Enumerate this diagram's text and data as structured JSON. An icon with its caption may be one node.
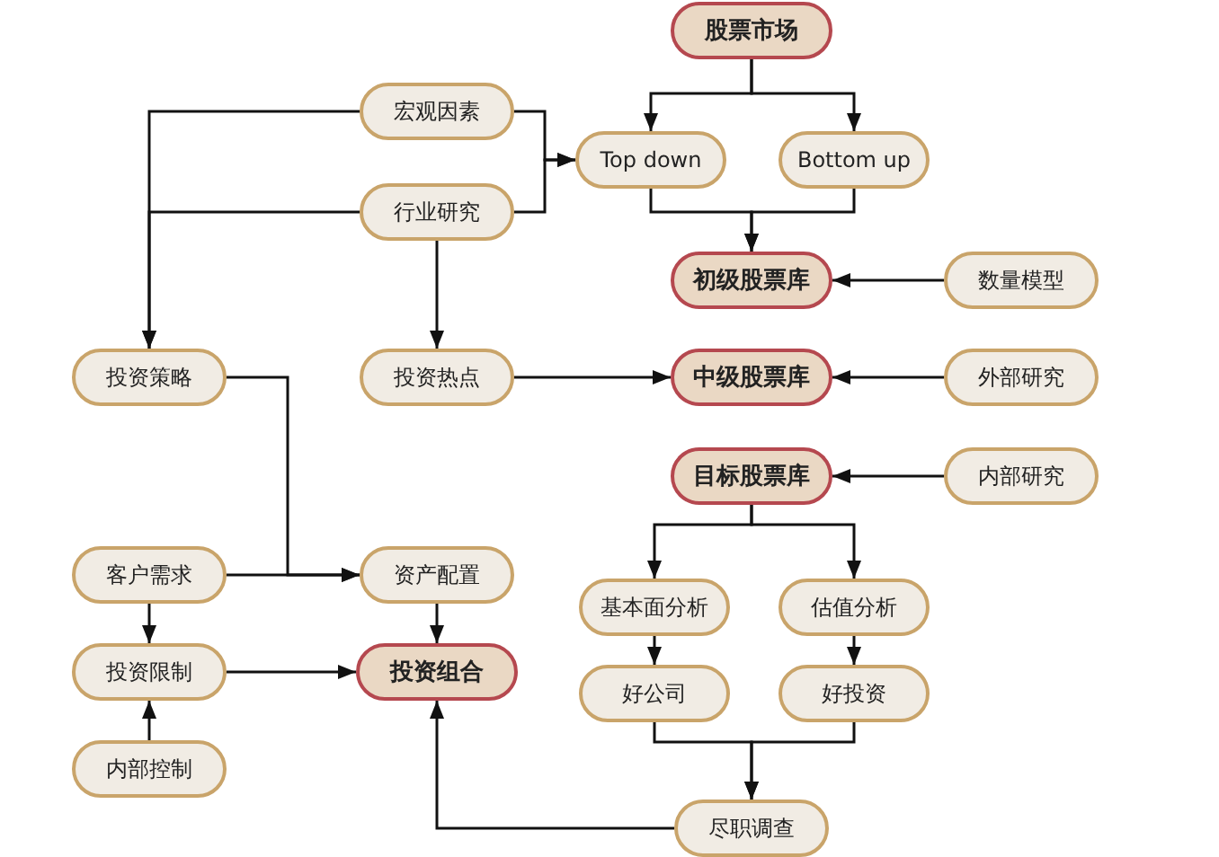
{
  "diagram": {
    "nodes": [
      {
        "text": [
          "股票市场"
        ]
      },
      {
        "text": [
          "宏观因素"
        ]
      },
      {
        "text": [
          "Top down"
        ]
      },
      {
        "text": [
          "Bottom up"
        ]
      },
      {
        "text": [
          "行业研究"
        ]
      },
      {
        "text": [
          "初级股票库"
        ]
      },
      {
        "text": [
          "数量模型"
        ]
      },
      {
        "text": [
          "投资策略"
        ]
      },
      {
        "text": [
          "投资热点"
        ]
      },
      {
        "text": [
          "中级股票库"
        ]
      },
      {
        "text": [
          "外部研究"
        ]
      },
      {
        "text": [
          "目标股票库"
        ]
      },
      {
        "text": [
          "内部研究"
        ]
      },
      {
        "text": [
          "客户需求"
        ]
      },
      {
        "text": [
          "资产配置"
        ]
      },
      {
        "text": [
          "基本面分析"
        ]
      },
      {
        "text": [
          "估值分析"
        ]
      },
      {
        "text": [
          "投资限制"
        ]
      },
      {
        "text": [
          "投资组合"
        ]
      },
      {
        "text": [
          "好公司"
        ]
      },
      {
        "text": [
          "好投资"
        ]
      },
      {
        "text": [
          "内部控制"
        ]
      },
      {
        "text": [
          "尽职调查"
        ]
      }
    ],
    "edges": [
      {
        "from": 0,
        "to": 2,
        "arrow": "to"
      },
      {
        "from": 0,
        "to": 3,
        "arrow": "to"
      },
      {
        "from": 1,
        "to": 2,
        "arrow": "to"
      },
      {
        "from": 4,
        "to": 2,
        "arrow": "to"
      },
      {
        "from": 1,
        "to": 7,
        "arrow": "to"
      },
      {
        "from": 4,
        "to": 7,
        "arrow": "to"
      },
      {
        "from": 2,
        "to": 5,
        "arrow": "to"
      },
      {
        "from": 3,
        "to": 5,
        "arrow": "to"
      },
      {
        "from": 6,
        "to": 5,
        "arrow": "to"
      },
      {
        "from": 4,
        "to": 8,
        "arrow": "to"
      },
      {
        "from": 8,
        "to": 9,
        "arrow": "to"
      },
      {
        "from": 10,
        "to": 9,
        "arrow": "to"
      },
      {
        "from": 12,
        "to": 11,
        "arrow": "to"
      },
      {
        "from": 7,
        "to": 14,
        "arrow": "to"
      },
      {
        "from": 13,
        "to": 14,
        "arrow": "to"
      },
      {
        "from": 13,
        "to": 17,
        "arrow": "to"
      },
      {
        "from": 14,
        "to": 18,
        "arrow": "to"
      },
      {
        "from": 17,
        "to": 18,
        "arrow": "to"
      },
      {
        "from": 21,
        "to": 17,
        "arrow": "to"
      },
      {
        "from": 11,
        "to": 15,
        "arrow": "to"
      },
      {
        "from": 11,
        "to": 16,
        "arrow": "to"
      },
      {
        "from": 15,
        "to": 19,
        "arrow": "to"
      },
      {
        "from": 16,
        "to": 20,
        "arrow": "to"
      },
      {
        "from": 19,
        "to": 22,
        "arrow": "to"
      },
      {
        "from": 20,
        "to": 22,
        "arrow": "to"
      },
      {
        "from": 22,
        "to": 18,
        "arrow": "to"
      }
    ]
  }
}
